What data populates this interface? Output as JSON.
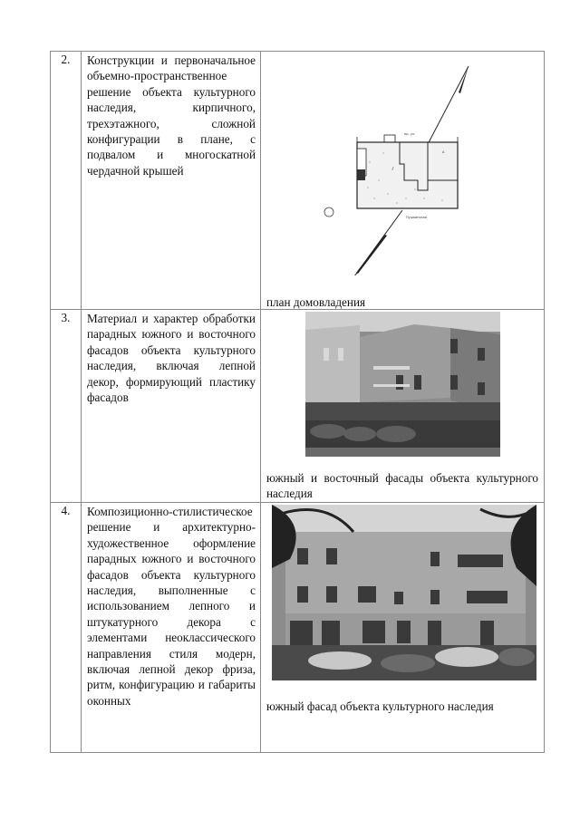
{
  "table": {
    "rows": [
      {
        "number": "2.",
        "description_lines": [
          "Конструкции и",
          "первоначальное объемно-",
          "пространственное решение",
          "объекта культурного",
          "наследия, кирпичного,",
          "трехэтажного, сложной",
          "конфигурации в плане, с",
          "подвалом и многоскатной",
          "чердачной крышей"
        ],
        "description": "Конструкции и первоначальное объемно-пространственное решение объекта культурного наследия, кирпичного, трехэтажного, сложной конфигурации в плане, с подвалом и многоскатной чердачной крышей",
        "image": "site-plan-drawing",
        "caption": "план домовладения"
      },
      {
        "number": "3.",
        "description": "Материал и характер обработки парадных южного и восточного фасадов объекта культурного наследия, включая лепной декор, формирующий пластику фасадов",
        "image": "building-corner-photo",
        "caption": "южный и восточный фасады объекта культурного наследия"
      },
      {
        "number": "4.",
        "description": "Композиционно-стилистическое решение и архитектурно-художественное оформление парадных южного и восточного фасадов объекта культурного наследия, выполненные с использованием лепного и штукатурного декора с элементами неоклассического направления стиля модерн, включая лепной декор фриза, ритм, конфигурацию и габариты оконных",
        "image": "south-facade-photo",
        "caption": "южный фасад объекта культурного наследия"
      }
    ]
  },
  "colors": {
    "border": "#8a8a8a",
    "text": "#111111",
    "photo_dark": "#3a3a3a",
    "photo_mid": "#8c8c8c",
    "photo_light": "#d8d8d8"
  }
}
